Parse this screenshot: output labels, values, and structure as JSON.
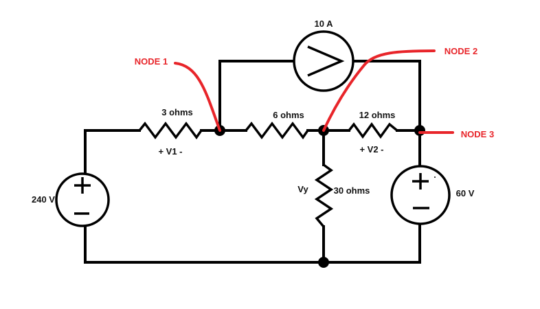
{
  "colors": {
    "wire": "#000000",
    "annotation": "#e8252a",
    "background": "#ffffff"
  },
  "components": {
    "current_source": {
      "label": "10 A",
      "icon": "current-source-arrow-right"
    },
    "r1": {
      "label": "3 ohms",
      "voltage_label": "+ V1 -"
    },
    "r2": {
      "label": "6 ohms"
    },
    "r3": {
      "label": "12 ohms",
      "voltage_label": "+ V2 -"
    },
    "r4": {
      "label": "30 ohms",
      "voltage_label": "Vy"
    },
    "vsource_left": {
      "label": "240 V",
      "plus": "+",
      "minus": "−"
    },
    "vsource_right": {
      "label": "60 V",
      "plus": "+",
      "minus": "−"
    }
  },
  "nodes": {
    "node1": "NODE 1",
    "node2": "NODE 2",
    "node3": "NODE 3"
  }
}
